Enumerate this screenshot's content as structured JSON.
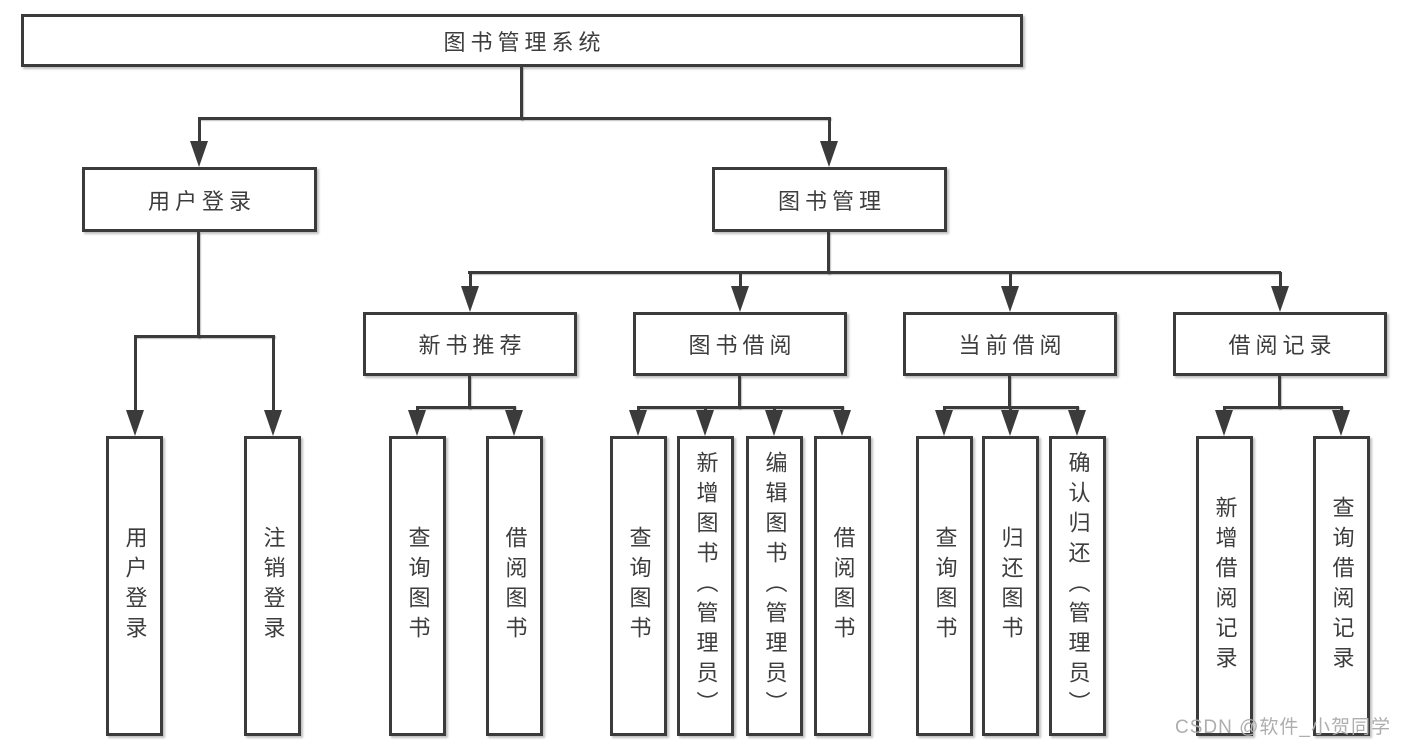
{
  "diagram": {
    "nodes": {
      "root": "图书管理系统",
      "user_login": "用户登录",
      "book_mgmt": "图书管理",
      "new_book_rec": "新书推荐",
      "book_borrow": "图书借阅",
      "current_borrow": "当前借阅",
      "borrow_record": "借阅记录",
      "leaf_user_login": "用户登录",
      "leaf_logout": "注销登录",
      "leaf_rec_query_book": "查询图书",
      "leaf_rec_borrow_book": "借阅图书",
      "leaf_bor_query_book": "查询图书",
      "leaf_bor_add_book": "新增图书（管理员）",
      "leaf_bor_edit_book": "编辑图书（管理员）",
      "leaf_bor_borrow_book": "借阅图书",
      "leaf_cur_query_book": "查询图书",
      "leaf_cur_return_book": "归还图书",
      "leaf_cur_confirm_return": "确认归还（管理员）",
      "leaf_log_add_record": "新增借阅记录",
      "leaf_log_query_record": "查询借阅记录"
    },
    "watermark": "CSDN @软件_小贺同学",
    "colors": {
      "line": "#3b3b3b",
      "text": "#3d3d3d",
      "watermark": "#aeaeae",
      "background": "#ffffff"
    }
  }
}
